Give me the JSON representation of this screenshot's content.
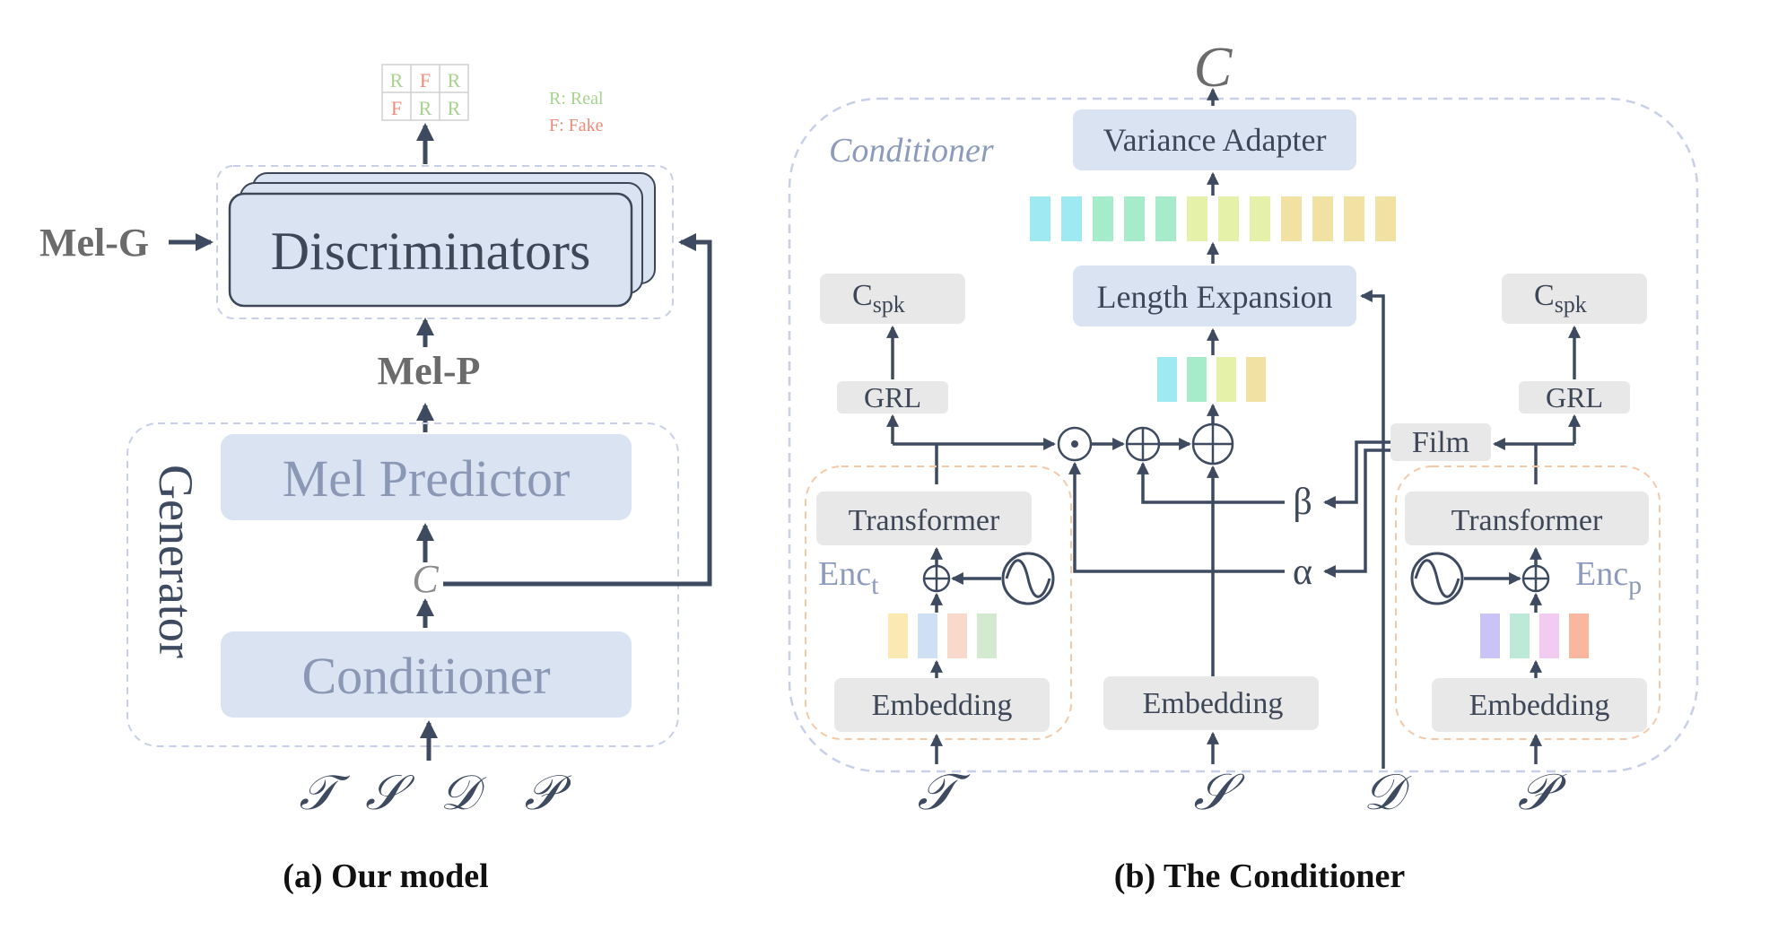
{
  "panel_a": {
    "caption": "(a) Our model",
    "discriminators": "Discriminators",
    "mel_g": "Mel-G",
    "mel_p": "Mel-P",
    "generator": "Generator",
    "mel_predictor": "Mel Predictor",
    "conditioner": "Conditioner",
    "c_symbol": "C",
    "grid": [
      [
        "R",
        "F",
        "R"
      ],
      [
        "F",
        "R",
        "R"
      ]
    ],
    "legend_real": "R: Real",
    "legend_fake": "F: Fake",
    "inputs": [
      "𝒯",
      "𝒮",
      "𝒟",
      "𝒫"
    ]
  },
  "panel_b": {
    "caption": "(b) The Conditioner",
    "output_symbol": "C",
    "region_label": "Conditioner",
    "variance_adapter": "Variance Adapter",
    "length_expansion": "Length Expansion",
    "cspk_base": "C",
    "cspk_sub": "spk",
    "grl": "GRL",
    "film": "Film",
    "transformer": "Transformer",
    "enc_base": "Enc",
    "enc_t_sub": "t",
    "enc_p_sub": "p",
    "embedding": "Embedding",
    "beta": "β",
    "alpha": "α",
    "input_t": "𝒯",
    "input_s": "𝒮",
    "input_d": "𝒟",
    "input_p": "𝒫"
  },
  "colors": {
    "arrow": "#3d4a60",
    "block_blue": "#dae3f2",
    "block_gray": "#e8e8e8",
    "real_green": "#a6d48f",
    "fake_red": "#f08a7a",
    "label_blue": "#8c9bbb",
    "dash_blue": "#c7d0e8",
    "dash_orange": "#f5c9a8"
  }
}
